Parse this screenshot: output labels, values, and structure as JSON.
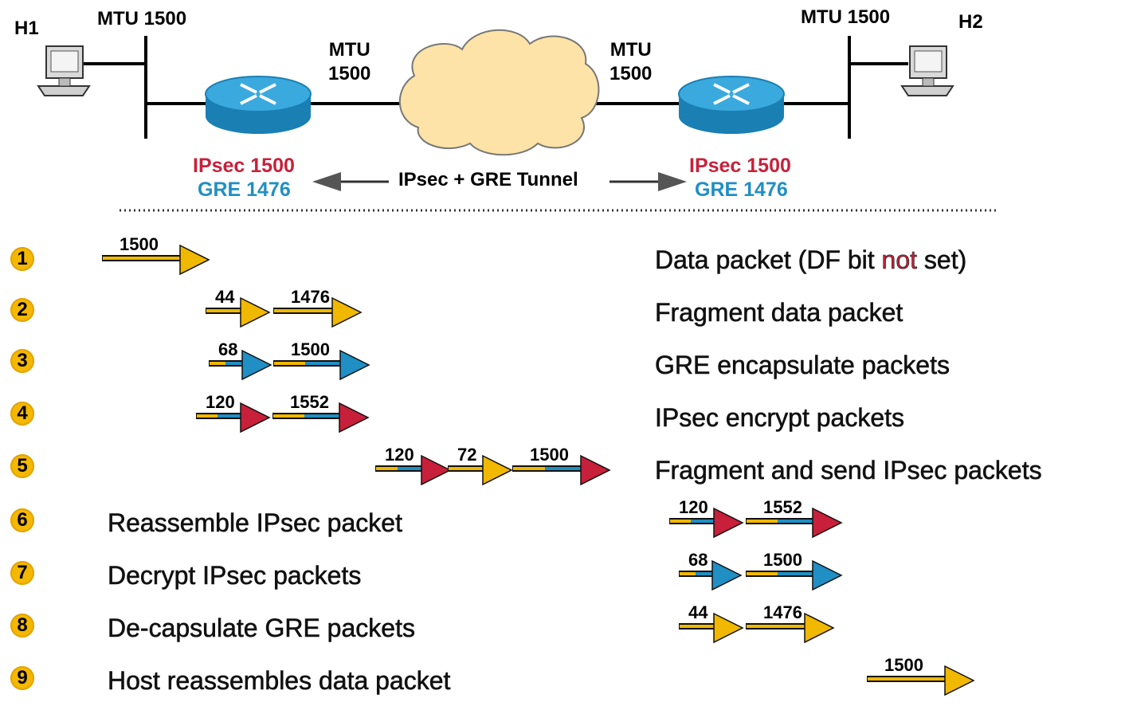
{
  "top": {
    "h1": "H1",
    "h2": "H2",
    "mtu_left_host": "MTU 1500",
    "mtu_right_host": "MTU 1500",
    "mtu_left_cloud": [
      "MTU",
      "1500"
    ],
    "mtu_right_cloud": [
      "MTU",
      "1500"
    ],
    "left_ipsec": "IPsec 1500",
    "left_gre": "GRE 1476",
    "right_ipsec": "IPsec 1500",
    "right_gre": "GRE 1476",
    "tunnel_label": "IPsec + GRE Tunnel"
  },
  "colors": {
    "yellow": "#f1b800",
    "blue": "#1f8fc4",
    "red": "#c8203a",
    "cloud": "#fde3a7",
    "router": "#2ea0d6"
  },
  "icons": [
    "computer-icon",
    "router-icon",
    "cloud-icon"
  ],
  "steps": [
    {
      "num": "1",
      "desc_parts": [
        "Data packet (DF bit ",
        "not",
        " set)"
      ],
      "packets": [
        {
          "label": "1500",
          "head": "yellow"
        }
      ]
    },
    {
      "num": "2",
      "desc": "Fragment data packet",
      "packets": [
        {
          "label": "44",
          "head": "yellow"
        },
        {
          "label": "1476",
          "head": "yellow"
        }
      ]
    },
    {
      "num": "3",
      "desc": "GRE encapsulate packets",
      "packets": [
        {
          "label": "68",
          "head": "blue"
        },
        {
          "label": "1500",
          "head": "blue"
        }
      ]
    },
    {
      "num": "4",
      "desc": "IPsec encrypt packets",
      "packets": [
        {
          "label": "120",
          "head": "red"
        },
        {
          "label": "1552",
          "head": "red"
        }
      ]
    },
    {
      "num": "5",
      "desc": "Fragment and send IPsec packets",
      "packets": [
        {
          "label": "120",
          "head": "red"
        },
        {
          "label": "72",
          "head": "yellow"
        },
        {
          "label": "1500",
          "head": "red"
        }
      ]
    },
    {
      "num": "6",
      "desc": "Reassemble IPsec packet",
      "packets": [
        {
          "label": "120",
          "head": "red"
        },
        {
          "label": "1552",
          "head": "red"
        }
      ]
    },
    {
      "num": "7",
      "desc": "Decrypt IPsec packets",
      "packets": [
        {
          "label": "68",
          "head": "blue"
        },
        {
          "label": "1500",
          "head": "blue"
        }
      ]
    },
    {
      "num": "8",
      "desc": "De-capsulate GRE packets",
      "packets": [
        {
          "label": "44",
          "head": "yellow"
        },
        {
          "label": "1476",
          "head": "yellow"
        }
      ]
    },
    {
      "num": "9",
      "desc": "Host reassembles data packet",
      "packets": [
        {
          "label": "1500",
          "head": "yellow"
        }
      ]
    }
  ]
}
